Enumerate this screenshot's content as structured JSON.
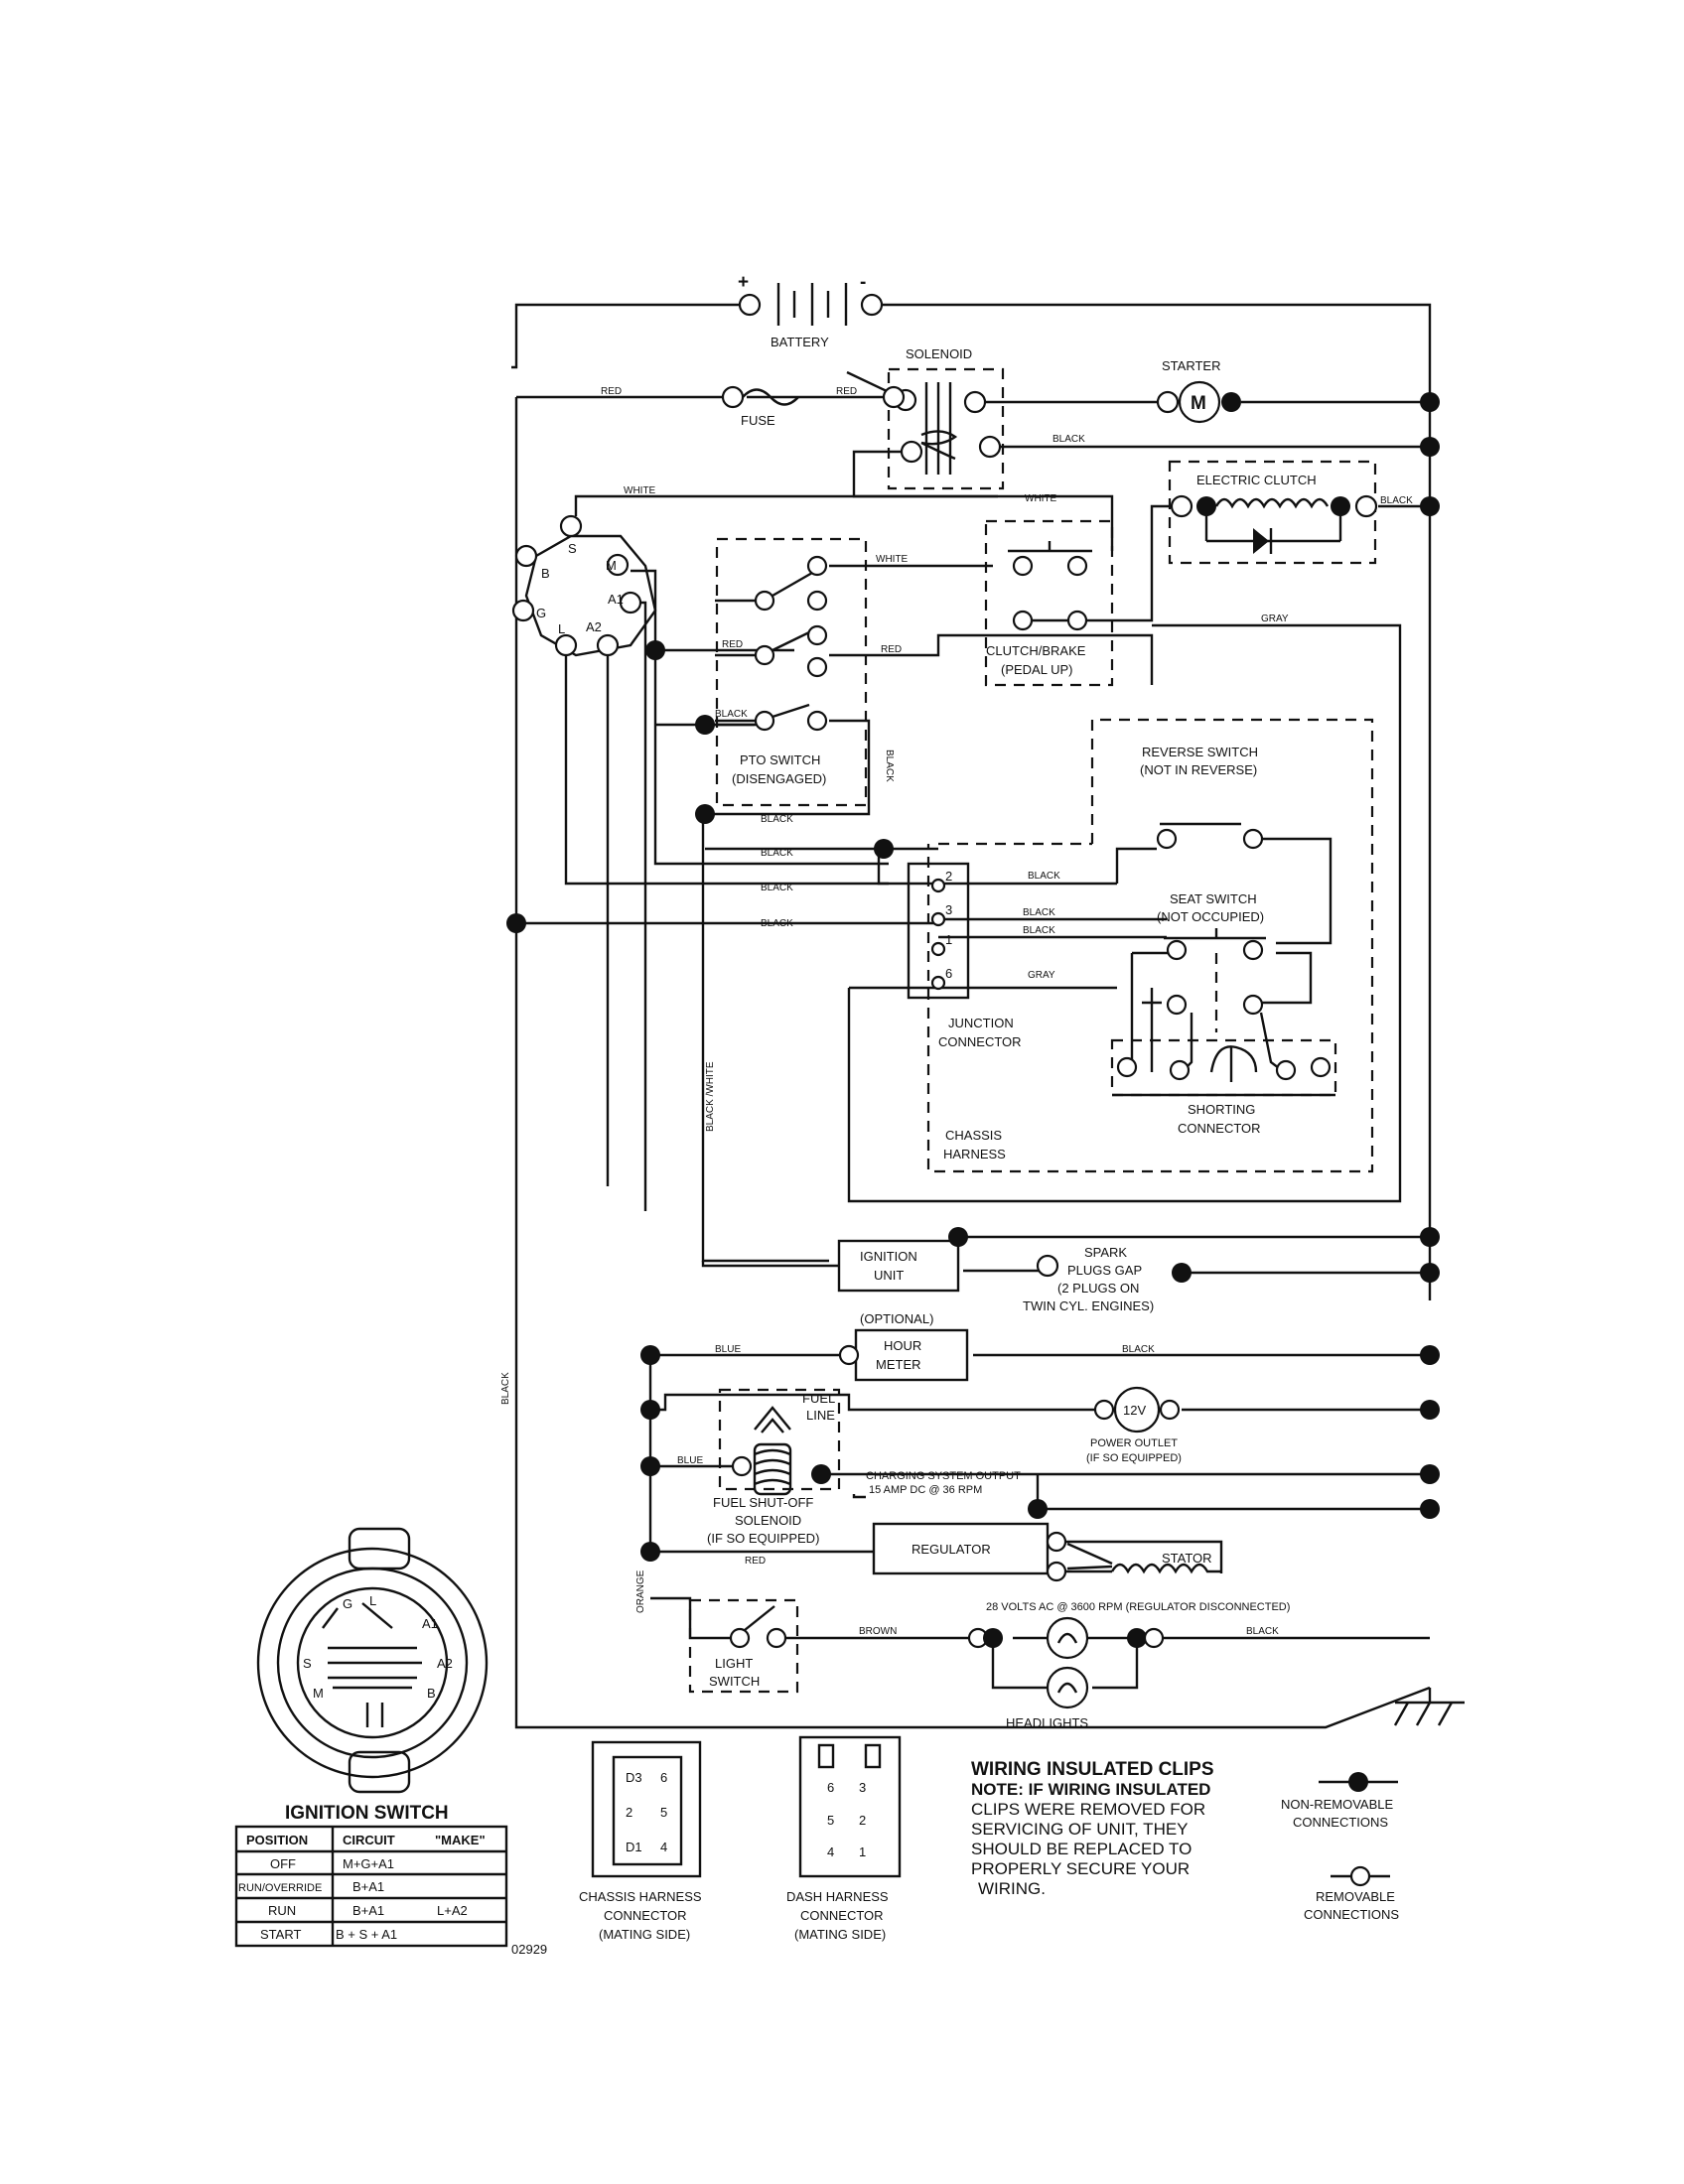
{
  "battery": {
    "label": "BATTERY",
    "plus": "+",
    "minus": "-"
  },
  "solenoid": {
    "label": "SOLENOID"
  },
  "starter": {
    "label": "STARTER",
    "motor": "M"
  },
  "fuse": {
    "label": "FUSE"
  },
  "electric_clutch": {
    "label": "ELECTRIC CLUTCH"
  },
  "clutch_brake": {
    "line1": "CLUTCH/BRAKE",
    "line2": "(PEDAL UP)"
  },
  "pto_switch": {
    "line1": "PTO SWITCH",
    "line2": "(DISENGAGED)"
  },
  "reverse_switch": {
    "line1": "REVERSE SWITCH",
    "line2": "(NOT IN REVERSE)"
  },
  "seat_switch": {
    "line1": "SEAT SWITCH",
    "line2": "(NOT OCCUPIED)"
  },
  "junction": {
    "line1": "JUNCTION",
    "line2": "CONNECTOR",
    "pins": [
      "2",
      "3",
      "1",
      "6"
    ]
  },
  "shorting": {
    "line1": "SHORTING",
    "line2": "CONNECTOR"
  },
  "chassis_harness": {
    "line1": "CHASSIS",
    "line2": "HARNESS"
  },
  "ignition_unit": {
    "line1": "IGNITION",
    "line2": "UNIT"
  },
  "spark": {
    "line1": "SPARK",
    "line2": "PLUGS GAP",
    "line3": "(2 PLUGS ON",
    "line4": "TWIN CYL. ENGINES)"
  },
  "hour_meter": {
    "optional": "(OPTIONAL)",
    "line1": "HOUR",
    "line2": "METER"
  },
  "fuel_line": {
    "line1": "FUEL",
    "line2": "LINE"
  },
  "power_outlet": {
    "symbol": "12V",
    "line1": "POWER OUTLET",
    "line2": "(IF SO EQUIPPED)"
  },
  "fuel_solenoid": {
    "line1": "FUEL SHUT-OFF",
    "line2": "SOLENOID",
    "line3": "(IF SO EQUIPPED)"
  },
  "charging": {
    "line1": "CHARGING SYSTEM OUTPUT",
    "line2": "15 AMP DC @ 36 RPM"
  },
  "regulator": {
    "label": "REGULATOR"
  },
  "stator": {
    "label": "STATOR",
    "note": "28 VOLTS AC @ 3600 RPM (REGULATOR DISCONNECTED)"
  },
  "light_switch": {
    "line1": "LIGHT",
    "line2": "SWITCH"
  },
  "headlights": {
    "label": "HEADLIGHTS"
  },
  "ign_terminals": {
    "s": "S",
    "m": "M",
    "b": "B",
    "a1": "A1",
    "g": "G",
    "l": "L",
    "a2": "A2"
  },
  "wires": {
    "red": "RED",
    "white": "WHITE",
    "black": "BLACK",
    "gray": "GRAY",
    "blue": "BLUE",
    "brown": "BROWN",
    "orange": "ORANGE",
    "black_white": "BLACK /WHITE"
  },
  "ignition_switch": {
    "title": "IGNITION SWITCH",
    "face": {
      "g": "G",
      "l": "L",
      "a1": "A1",
      "a2": "A2",
      "s": "S",
      "m": "M",
      "b": "B"
    },
    "headers": [
      "POSITION",
      "CIRCUIT",
      "\"MAKE\""
    ],
    "rows": [
      {
        "position": "OFF",
        "circuit": "M+G+A1",
        "extra": ""
      },
      {
        "position": "RUN/OVERRIDE",
        "circuit": "B+A1",
        "extra": ""
      },
      {
        "position": "RUN",
        "circuit": "B+A1",
        "extra": "L+A2"
      },
      {
        "position": "START",
        "circuit": "B + S + A1",
        "extra": ""
      }
    ],
    "code": "02929"
  },
  "chassis_connector": {
    "line1": "CHASSIS HARNESS",
    "line2": "CONNECTOR",
    "line3": "(MATING SIDE)",
    "pins": [
      "D3",
      "6",
      "2",
      "5",
      "D1",
      "4"
    ]
  },
  "dash_connector": {
    "line1": "DASH HARNESS",
    "line2": "CONNECTOR",
    "line3": "(MATING SIDE)",
    "pins": [
      "6",
      "3",
      "5",
      "2",
      "4",
      "1"
    ]
  },
  "note": {
    "title": "WIRING INSULATED CLIPS",
    "line1": "NOTE: IF WIRING INSULATED",
    "line2": "CLIPS WERE REMOVED FOR",
    "line3": "SERVICING OF UNIT, THEY",
    "line4": "SHOULD BE REPLACED TO",
    "line5": "PROPERLY SECURE YOUR",
    "line6": "WIRING."
  },
  "legend": {
    "nonremovable1": "NON-REMOVABLE",
    "nonremovable2": "CONNECTIONS",
    "removable1": "REMOVABLE",
    "removable2": "CONNECTIONS"
  }
}
